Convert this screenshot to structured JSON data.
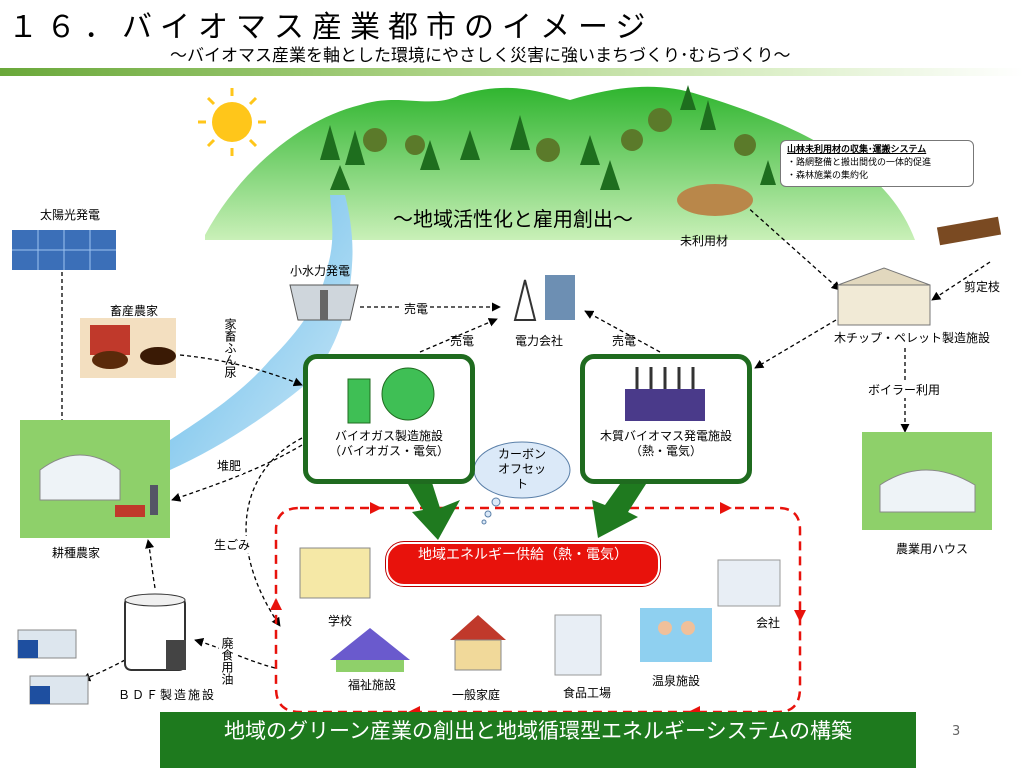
{
  "header": {
    "title": "１６．バイオマス産業都市のイメージ",
    "subtitle": "～バイオマス産業を軸とした環境にやさしく災害に強いまちづくり･むらづくり～"
  },
  "labels": {
    "solar": "太陽光発電",
    "livestock": "畜産農家",
    "manure": "家畜ふん尿",
    "farmer": "耕種農家",
    "compost": "堆肥",
    "garbage": "生ごみ",
    "waste_oil": "廃食用油",
    "bdf": "ＢＤＦ製造施設",
    "small_hydro": "小水力発電",
    "sell_power_1": "売電",
    "sell_power_2": "売電",
    "sell_power_3": "売電",
    "power_company": "電力会社",
    "biogas_plant": "バイオガス製造施設",
    "biogas_plant_sub": "（バイオガス・電気）",
    "wood_power": "木質バイオマス発電施設",
    "wood_power_sub": "（熱・電気）",
    "carbon_offset": "カーボンオフセット",
    "regional_energy": "地域エネルギー供給（熱・電気）",
    "school": "学校",
    "welfare": "福祉施設",
    "home": "一般家庭",
    "food_factory": "食品工場",
    "hot_spring": "温泉施設",
    "company": "会社",
    "unused_wood": "未利用材",
    "pruned_branches": "剪定枝",
    "chip_pellet": "木チップ・ペレット製造施設",
    "boiler_use": "ボイラー利用",
    "greenhouse": "農業用ハウス",
    "revitalize": "～地域活性化と雇用創出～"
  },
  "note": {
    "heading": "山林未利用材の収集･運搬システム",
    "items": [
      "・路網整備と搬出間伐の一体的促進",
      "・森林施業の集約化"
    ]
  },
  "footer": {
    "banner": "地域のグリーン産業の創出と地域循環型エネルギーシステムの構築",
    "page_number": "3"
  },
  "colors": {
    "mountain": "#3fc23f",
    "box_border": "#1f6b1f",
    "red_pill": "#e8120c",
    "dashed_red": "#e8120c",
    "banner": "#1e7a1e"
  }
}
